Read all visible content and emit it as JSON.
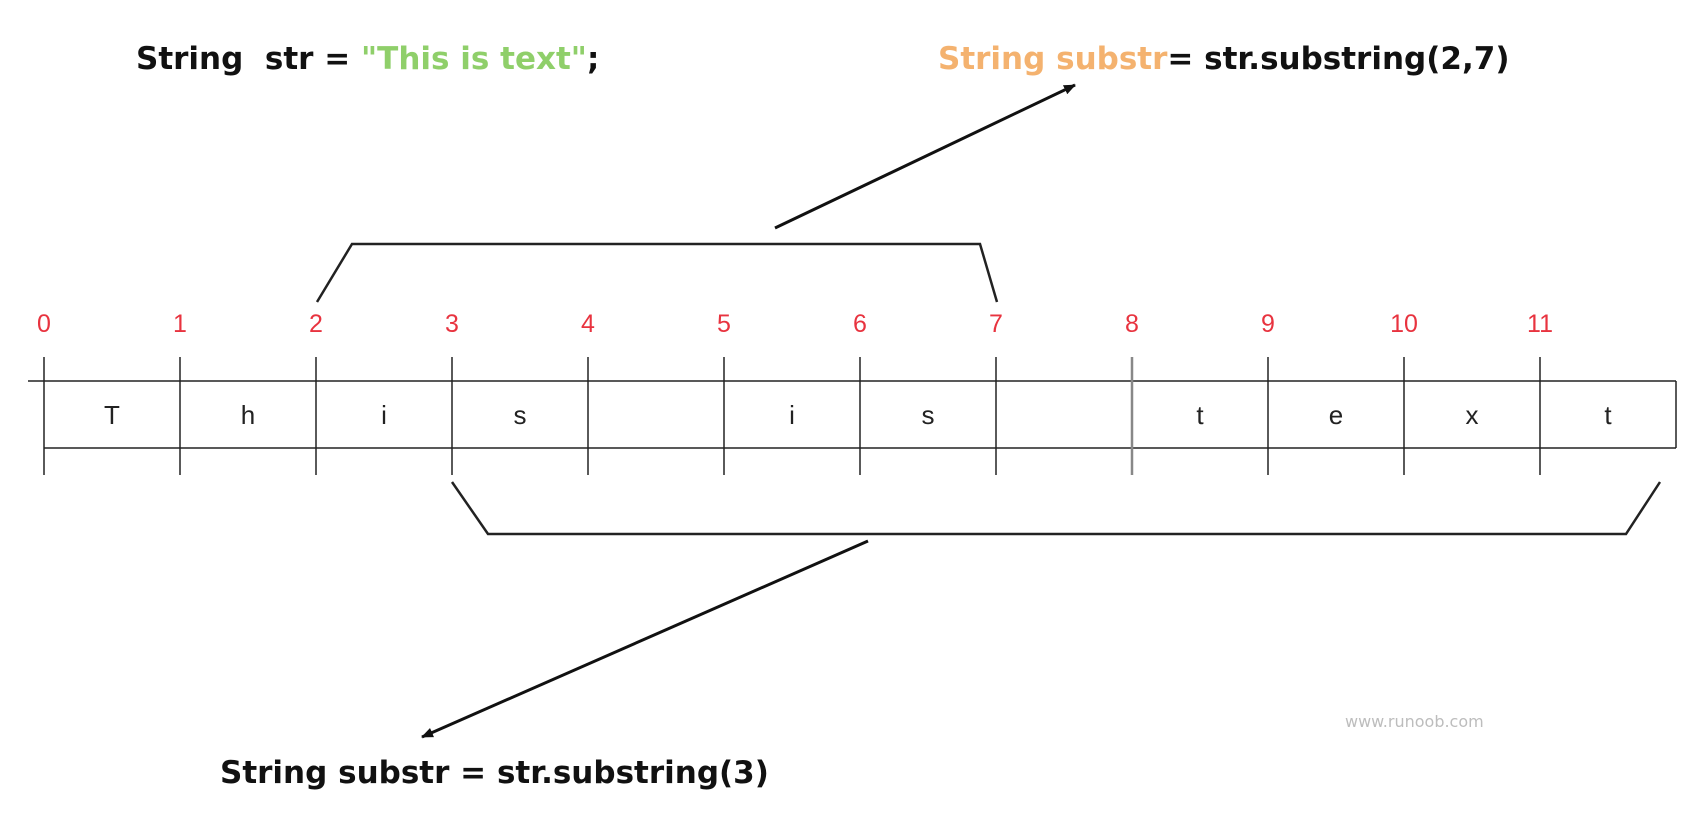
{
  "code": {
    "decl_prefix": "String  str = ",
    "decl_literal": "\"This is text\"",
    "decl_suffix": ";",
    "sub1_highlight": "String substr",
    "sub1_rest": "= str.substring(2,7)",
    "sub2": "String substr = str.substring(3)"
  },
  "characters": [
    "T",
    "h",
    "i",
    "s",
    " ",
    "i",
    "s",
    " ",
    "t",
    "e",
    "x",
    "t"
  ],
  "indices": [
    "0",
    "1",
    "2",
    "3",
    "4",
    "5",
    "6",
    "7",
    "8",
    "9",
    "10",
    "11"
  ],
  "watermark": "www.runoob.com",
  "colors": {
    "literal": "#8fcf6a",
    "highlight": "#f4b26f",
    "index": "#e8333f"
  }
}
